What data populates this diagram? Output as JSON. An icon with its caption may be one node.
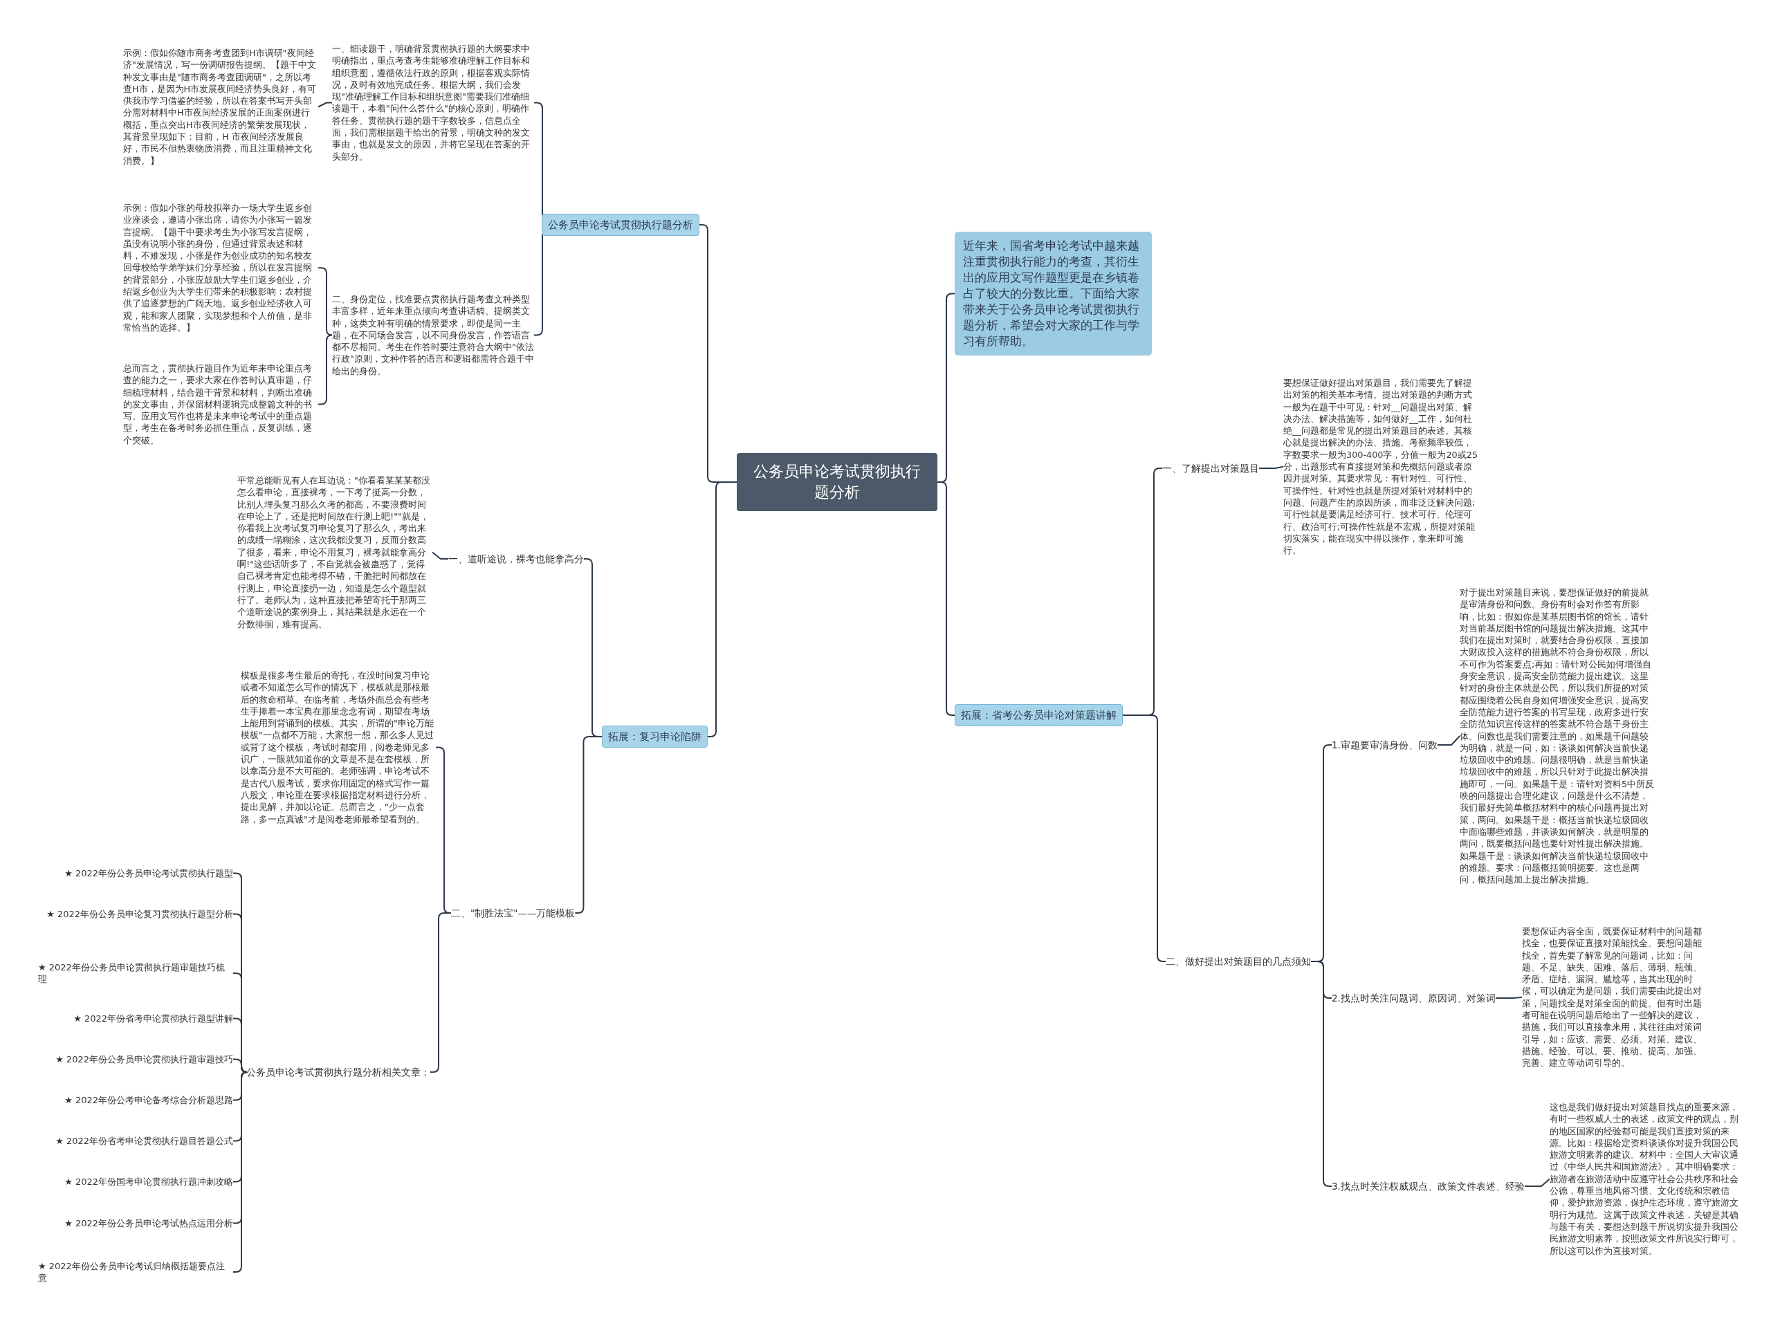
{
  "diagram": {
    "nodes": [
      {
        "text": [
          "公务员申论考试贯彻执行题分析"
        ]
      },
      {
        "text": [
          "公务员申论考试贯彻执行题分析"
        ]
      },
      {
        "text": [
          "一、细读题干，明确背景贯彻执行题的大纲要求中明确指出，重点考查考生能够准确理解工作目标和组织意图，遵循依法行政的原则，根据客观实际情况，及时有效地完成任务。根据大纲，我们会发现\"准确理解工作目标和组织意图\"需要我们准确细读题干，本着\"问什么答什么\"的核心原则，明确作答任务。贯彻执行题的题干字数较多，信息点全面，我们需根据题干给出的背景，明确文种的发文事由，也就是发文的原因，并将它呈现在答案的开头部分。"
        ]
      },
      {
        "text": [
          "示例：假如你随市商务考查团到H市调研\"夜间经济\"发展情况，写一份调研报告提纲。【题干中文种发文事由是\"随市商务考查团调研\"，之所以考查H市，是因为H市发展夜间经济势头良好，有可供我市学习借鉴的经验，所以在答案书写开头部分需对材料中H市夜间经济发展的正面案例进行概括，重点突出H市夜间经济的繁荣发展现状，其背景呈现如下：目前，H 市夜间经济发展良好，市民不但热衷物质消费，而且注重精神文化消费。】"
        ]
      },
      {
        "text": [
          "二、身份定位，找准要点贯彻执行题考查文种类型丰富多样，近年来重点倾向考查讲话稿、提纲类文种，这类文种有明确的情景要求，即使是同一主题，在不同场合发言，以不同身份发言，作答语言都不尽相同。考生在作答时要注意符合大纲中\"依法行政\"原则，文种作答的语言和逻辑都需符合题干中给出的身份。"
        ]
      },
      {
        "text": [
          "示例：假如小张的母校拟举办一场大学生返乡创业座谈会，邀请小张出席，请你为小张写一篇发言提纲。【题干中要求考生为小张写发言提纲，虽没有说明小张的身份，但通过背景表述和材料，不难发现，小张是作为创业成功的知名校友回母校给学弟学妹们分享经验，所以在发言提纲的背景部分，小张应鼓励大学生们返乡创业，介绍返乡创业为大学生们带来的积极影响：农村提供了追逐梦想的广阔天地。返乡创业经济收入可观，能和家人团聚，实现梦想和个人价值，是非常恰当的选择。】"
        ]
      },
      {
        "text": [
          "总而言之，贯彻执行题目作为近年来申论重点考查的能力之一，要求大家在作答时认真审题，仔细梳理材料，结合题干背景和材料，判断出准确的发文事由，并保留材料逻辑完成整篇文种的书写。应用文写作也将是未来申论考试中的重点题型，考生在备考时务必抓住重点，反复训练，逐个突破。"
        ]
      },
      {
        "text": [
          "拓展：复习申论陷阱"
        ]
      },
      {
        "text": [
          "一、道听途说，裸考也能拿高分"
        ]
      },
      {
        "text": [
          "平常总能听见有人在耳边说：\"你看看某某某都没怎么看申论，直接裸考，一下考了挺高一分数，比别人埋头复习那么久考的都高，不要浪费时间在申论上了，还是把时间放在行测上吧!\"\"就是，你看我上次考试复习申论复习了那么久，考出来的成绩一塌糊涂，这次我都没复习，反而分数高了很多，看来，申论不用复习，裸考就能拿高分啊!\"这些话听多了，不自觉就会被蛊惑了，觉得自己裸考肯定也能考得不错，干脆把时间都放在行测上，申论直接扔一边，知道是怎么个题型就行了。老师认为，这种直接把希望寄托于那两三个道听途说的案例身上，其结果就是永远在一个分数徘徊，难有提高。"
        ]
      },
      {
        "text": [
          "二、\"制胜法宝\"——万能模板"
        ]
      },
      {
        "text": [
          "模板是很多考生最后的寄托，在没时间复习申论或者不知道怎么写作的情况下，模板就是那根最后的救命稻草。在临考前，考场外面总会有些考生手捧着一本宝典在那里念念有词，期望在考场上能用到背诵到的模板。其实，所谓的\"申论万能模板\"一点都不万能，大家想一想，那么多人见过或背了这个模板，考试时都套用，阅卷老师见多识广，一眼就知道你的文章是不是在套模板，所以拿高分是不大可能的。老师强调，申论考试不是古代八股考试，要求你用固定的格式写作一篇八股文，申论重在要求根据指定材料进行分析，提出见解，并加以论证。总而言之，\"少一点套路，多一点真诚\"才是阅卷老师最希望看到的。"
        ]
      },
      {
        "text": [
          "公务员申论考试贯彻执行题分析相关文章："
        ]
      },
      {
        "text": [
          "★ 2022年份公务员申论考试贯彻执行题型"
        ]
      },
      {
        "text": [
          "★ 2022年份公务员申论复习贯彻执行题型分析"
        ]
      },
      {
        "text": [
          "★ 2022年份公务员申论贯彻执行题审题技巧梳理"
        ]
      },
      {
        "text": [
          "★ 2022年份省考申论贯彻执行题型讲解"
        ]
      },
      {
        "text": [
          "★ 2022年份公务员申论贯彻执行题审题技巧"
        ]
      },
      {
        "text": [
          "★ 2022年份公考申论备考综合分析题思路"
        ]
      },
      {
        "text": [
          "★ 2022年份省考申论贯彻执行题目答题公式"
        ]
      },
      {
        "text": [
          "★ 2022年份国考申论贯彻执行题冲刺攻略"
        ]
      },
      {
        "text": [
          "★ 2022年份公务员申论考试热点运用分析"
        ]
      },
      {
        "text": [
          "★ 2022年份公务员申论考试归纳概括题要点注意"
        ]
      },
      {
        "text": [
          "近年来，国省考申论考试中越来越注重贯彻执行能力的考查，其衍生出的应用文写作题型更是在乡镇卷占了较大的分数比重。下面给大家带来关于公务员申论考试贯彻执行题分析，希望会对大家的工作与学习有所帮助。"
        ]
      },
      {
        "text": [
          "拓展：省考公务员申论对策题讲解"
        ]
      },
      {
        "text": [
          "一、了解提出对策题目"
        ]
      },
      {
        "text": [
          "要想保证做好提出对策题目，我们需要先了解提出对策的相关基本考情。提出对策题的判断方式一般为在题干中可见：针对__问题提出对策、解决办法、解决措施等，如何做好__工作，如何杜绝__问题都是常见的提出对策题目的表述。其核心就是提出解决的办法、措施。考察频率较低，字数要求一般为300-400字，分值一般为20或25分，出题形式有直接提对策和先概括问题或者原因并提对策。其要求常见：有针对性、可行性、可操作性。针对性也就是所提对策针对材料中的问题、问题产生的原因所谈，而非泛泛解决问题;可行性就是要满足经济可行、技术可行、伦理可行、政治可行;可操作性就是不宏观，所提对策能切实落实，能在现实中得以操作，拿来即可施行。"
        ]
      },
      {
        "text": [
          "二、做好提出对策题目的几点须知"
        ]
      },
      {
        "text": [
          "1.审题要审清身份、问数"
        ]
      },
      {
        "text": [
          "对于提出对策题目来说，要想保证做好的前提就是审清身份和问数。身份有时会对作答有所影响，比如：假如你是某基层图书馆的馆长，请针对当前基层图书馆的问题提出解决措施。这其中我们在提出对策时，就要结合身份权限，直接加大财政投入这样的措施就不符合身份权限，所以不可作为答案要点;再如：请针对公民如何增强自身安全意识，提高安全防范能力提出建议。这里针对的身份主体就是公民，所以我们所提的对策都应围绕着公民自身如何增强安全意识，提高安全防范能力进行答案的书写呈现，政府多进行安全防范知识宣传这样的答案就不符合题干身份主体。问数也是我们需要注意的，如果题干问题较为明确，就是一问，如：谈谈如何解决当前快递垃圾回收中的难题。问题很明确，就是当前快递垃圾回收中的难题，所以只针对于此提出解决措施即可，一问。如果题干是：请针对资料5中所反映的问题提出合理化建议，问题是什么不清楚，我们最好先简单概括材料中的核心问题再提出对策，两问。如果题干是：概括当前快递垃圾回收中面临哪些难题，并谈谈如何解决，就是明显的两问，既要概括问题也要针对性提出解决措施。如果题干是：谈谈如何解决当前快递垃圾回收中的难题。要求：问题概括简明扼要。这也是两问，概括问题加上提出解决措施。"
        ]
      },
      {
        "text": [
          "2.找点时关注问题词、原因词、对策词"
        ]
      },
      {
        "text": [
          "要想保证内容全面，既要保证材料中的问题都找全，也要保证直接对策能找全。要想问题能找全，首先要了解常见的问题词，比如：问题、不足、缺失、困难、落后、薄弱、瓶颈、矛盾、症结、漏洞、尴尬等，当其出现的时候，可以确定为是问题，我们需要由此提出对策，问题找全是对策全面的前提。但有时出题者可能在说明问题后给出了一些解决的建议，措施，我们可以直接拿来用，其往往由对策词引导，如：应该、需要、必须、对策、建议、措施、经验、可以、要、推动、提高、加强、完善、建立等动词引导的。"
        ]
      },
      {
        "text": [
          "3.找点时关注权威观点、政策文件表述、经验"
        ]
      },
      {
        "text": [
          "这也是我们做好提出对策题目找点的重要来源，有时一些权威人士的表述，政策文件的观点，别的地区国家的经验都可能是我们直接对策的来源。比如：根据给定资料谈谈你对提升我国公民旅游文明素养的建议。材料中：全国人大审议通过《中华人民共和国旅游法》。其中明确要求：旅游者在旅游活动中应遵守社会公共秩序和社会公德，尊重当地风俗习惯、文化传统和宗教信仰，爱护旅游资源，保护生态环境，遵守旅游文明行为规范。这属于政策文件表述，关键是其确与题干有关，要想达到题干所说切实提升我国公民旅游文明素养，按照政策文件所说实行即可，所以这可以作为直接对策。"
        ]
      }
    ],
    "edges": [
      {
        "from": 0,
        "to": 1,
        "arrow": "none"
      },
      {
        "from": 1,
        "to": 2,
        "arrow": "none"
      },
      {
        "from": 2,
        "to": 3,
        "arrow": "none"
      },
      {
        "from": 1,
        "to": 4,
        "arrow": "none"
      },
      {
        "from": 4,
        "to": 5,
        "arrow": "none"
      },
      {
        "from": 4,
        "to": 6,
        "arrow": "none"
      },
      {
        "from": 0,
        "to": 7,
        "arrow": "none"
      },
      {
        "from": 7,
        "to": 8,
        "arrow": "none"
      },
      {
        "from": 8,
        "to": 9,
        "arrow": "none"
      },
      {
        "from": 7,
        "to": 10,
        "arrow": "none"
      },
      {
        "from": 10,
        "to": 11,
        "arrow": "none"
      },
      {
        "from": 10,
        "to": 12,
        "arrow": "none"
      },
      {
        "from": 12,
        "to": 13,
        "arrow": "none"
      },
      {
        "from": 12,
        "to": 14,
        "arrow": "none"
      },
      {
        "from": 12,
        "to": 15,
        "arrow": "none"
      },
      {
        "from": 12,
        "to": 16,
        "arrow": "none"
      },
      {
        "from": 12,
        "to": 17,
        "arrow": "none"
      },
      {
        "from": 12,
        "to": 18,
        "arrow": "none"
      },
      {
        "from": 12,
        "to": 19,
        "arrow": "none"
      },
      {
        "from": 12,
        "to": 20,
        "arrow": "none"
      },
      {
        "from": 12,
        "to": 21,
        "arrow": "none"
      },
      {
        "from": 12,
        "to": 22,
        "arrow": "none"
      },
      {
        "from": 0,
        "to": 23,
        "arrow": "none"
      },
      {
        "from": 0,
        "to": 24,
        "arrow": "none"
      },
      {
        "from": 24,
        "to": 25,
        "arrow": "none"
      },
      {
        "from": 25,
        "to": 26,
        "arrow": "none"
      },
      {
        "from": 24,
        "to": 27,
        "arrow": "none"
      },
      {
        "from": 27,
        "to": 28,
        "arrow": "none"
      },
      {
        "from": 28,
        "to": 29,
        "arrow": "none"
      },
      {
        "from": 27,
        "to": 30,
        "arrow": "none"
      },
      {
        "from": 30,
        "to": 31,
        "arrow": "none"
      },
      {
        "from": 27,
        "to": 32,
        "arrow": "none"
      },
      {
        "from": 32,
        "to": 33,
        "arrow": "none"
      }
    ]
  }
}
